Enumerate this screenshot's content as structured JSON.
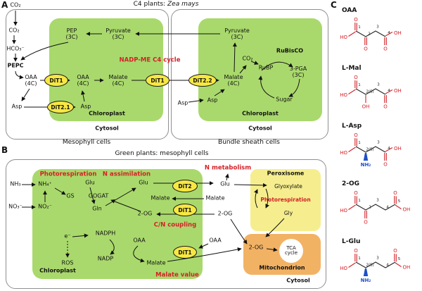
{
  "panelA": {
    "label": "A",
    "title_prefix": "C4 plants: ",
    "title_species": "Zea mays",
    "cycle_label": "NADP-ME C4 cycle",
    "mesophyll": {
      "region_label": "Mesophyll cells",
      "chloroplast": "Chloroplast",
      "cytosol": "Cytosol",
      "co2_atm": "CO₂",
      "co2": "CO₂",
      "hco3": "HCO₃⁻",
      "pepc": "PEPC",
      "oaa_cyt": {
        "l1": "OAA",
        "l2": "(4C)"
      },
      "asp_cyt": "Asp",
      "asp_str": "Asp",
      "dit1_outer": "DiT1",
      "dit21": "DiT2.1",
      "dit1_inner": "DiT1",
      "pep": {
        "l1": "PEP",
        "l2": "(3C)"
      },
      "pyruvate": {
        "l1": "Pyruvate",
        "l2": "(3C)"
      },
      "oaa_str": {
        "l1": "OAA",
        "l2": "(4C)"
      },
      "malate": {
        "l1": "Malate",
        "l2": "(4C)"
      }
    },
    "bundle": {
      "region_label": "Bundle sheath cells",
      "chloroplast": "Chloroplast",
      "cytosol": "Cytosol",
      "pyruvate": {
        "l1": "Pyruvate",
        "l2": "(3C)"
      },
      "dit22": "DiT2.2",
      "malate": {
        "l1": "Malate",
        "l2": "(4C)"
      },
      "co2": "CO₂",
      "rubp": "RuBP",
      "rubisco": "RuBisCO",
      "pga": {
        "l1": "3-PGA",
        "l2": "(3C)"
      },
      "sugar": "Sugar",
      "asp_cyt": "Asp",
      "asp_str": "Asp"
    }
  },
  "panelB": {
    "label": "B",
    "title": "Green plants: mesophyll cells",
    "headings": {
      "photorespiration": "Photorespiration",
      "n_assimilation": "N assimilation",
      "n_metabolism": "N metabolism",
      "cn_coupling": "C/N coupling",
      "malate_value": "Malate value"
    },
    "chloroplast": {
      "label": "Chloroplast",
      "nh3": "NH₃",
      "nh4": "NH₄⁺",
      "no3": "NO₃⁻",
      "no2": "NO₂⁻",
      "gs": "GS",
      "gogat": "GOGAT",
      "glu1": "Glu",
      "glu2": "Glu",
      "gln": "Gln",
      "malate": "Malate",
      "og": "2-OG",
      "e": "e⁻",
      "nadph": "NADPH",
      "nadp": "NADP",
      "ros": "ROS",
      "oaa": "OAA",
      "malate2": "Malate"
    },
    "transporters": {
      "dit2": "DiT2",
      "dit1_upper": "DiT1",
      "dit1_lower": "DiT1"
    },
    "cytosol": {
      "label": "Cytosol",
      "glu": "Glu",
      "malate": "Malate",
      "og": "2-OG",
      "oaa": "OAA"
    },
    "peroxisome": {
      "label": "Peroxisome",
      "glyoxylate": "Glyoxylate",
      "photorespiration": "Photorespiration",
      "gly": "Gly"
    },
    "mitochondrion": {
      "label": "Mitochondrion",
      "og": "2-OG",
      "tca": "TCA cycle"
    }
  },
  "panelC": {
    "label": "C",
    "compounds": [
      {
        "name": "OAA",
        "ho": "HO",
        "o1": "O",
        "sub": "O",
        "o_end": "O",
        "oh": "OH",
        "n1": "1",
        "n2": "2",
        "n3": "3",
        "n4": "4"
      },
      {
        "name": "L-Mal",
        "ho": "HO",
        "o1": "O",
        "sub": "OH",
        "o_end": "O",
        "oh": "OH",
        "n1": "1",
        "n2": "2(S)",
        "n3": "3",
        "n4": "4"
      },
      {
        "name": "L-Asp",
        "ho": "HO",
        "o1": "O",
        "sub": "NH₂",
        "o_end": "O",
        "oh": "OH",
        "n1": "1",
        "n2": "2(S)",
        "n3": "3",
        "n4": "4"
      },
      {
        "name": "2-OG",
        "ho": "HO",
        "o1": "O",
        "sub": "O",
        "o_end": "O",
        "oh": "OH",
        "n1": "1",
        "n2": "2",
        "n3": "3",
        "n4": "4",
        "n5": "5"
      },
      {
        "name": "L-Glu",
        "ho": "HO",
        "o1": "O",
        "sub": "NH₂",
        "o_end": "O",
        "oh": "OH",
        "n1": "1",
        "n2": "2(S)",
        "n3": "3",
        "n4": "4",
        "n5": "5"
      }
    ]
  },
  "colors": {
    "chloroplast_green": "#a9d96c",
    "transporter_yellow": "#f7e742",
    "peroxisome_yellow": "#f6ee8e",
    "mitochondrion_orange": "#f2b264",
    "accent_red": "#d42027",
    "amine_blue": "#1f4fc8"
  }
}
